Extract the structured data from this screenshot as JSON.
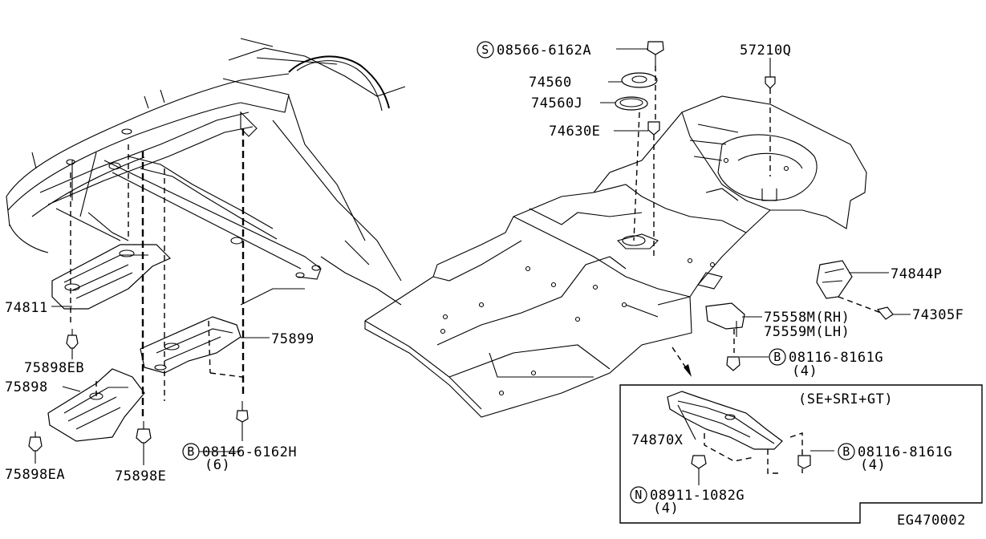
{
  "labels": {
    "p08566": "08566-6162A",
    "p08566_prefix": "S",
    "p57210Q": "57210Q",
    "p74560": "74560",
    "p74560J": "74560J",
    "p74630E": "74630E",
    "p74844P": "74844P",
    "p74305F": "74305F",
    "p75558M": "75558M(RH)",
    "p75559M": "75559M(LH)",
    "p08116a": "08116-8161G",
    "p08116a_prefix": "B",
    "p08116a_qty": "(4)",
    "p74811": "74811",
    "p75899": "75899",
    "p75898EB": "75898EB",
    "p75898": "75898",
    "p75898EA": "75898EA",
    "p75898E": "75898E",
    "p08146": "08146-6162H",
    "p08146_prefix": "B",
    "p08146_qty": "(6)",
    "inset_title": "(SE+SRI+GT)",
    "p74870X": "74870X",
    "p08116b": "08116-8161G",
    "p08116b_prefix": "B",
    "p08116b_qty": "(4)",
    "p08911": "08911-1082G",
    "p08911_prefix": "N",
    "p08911_qty": "(4)",
    "diagram_id": "EG470002"
  }
}
